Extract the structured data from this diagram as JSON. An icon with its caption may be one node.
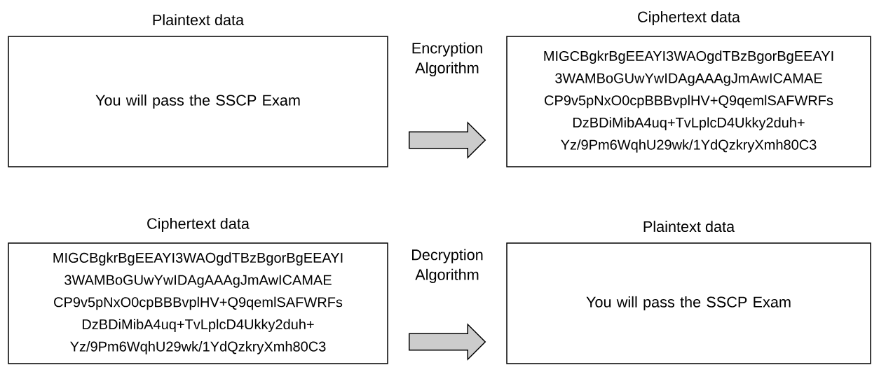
{
  "diagram": {
    "nodes": [
      {
        "text": [
          "Plaintext data",
          "You will pass the SSCP Exam"
        ]
      },
      {
        "text": [
          "Ciphertext data",
          "MIGCBgkrBgEEAYI3WAOgdTBzBgorBgEEAYI 3WAMBoGUwYwIDAgAAAgJmAwICAMAE CP9v5pNxO0cpBBBvplHV+Q9qemlSAFWRFs DzBDiMibA4uq+TvLplcD4Ukky2duh+ Yz/9Pm6WqhU29wk/1YdQzkryXmh80C3"
        ]
      },
      {
        "text": [
          "Ciphertext data",
          "MIGCBgkrBgEEAYI3WAOgdTBzBgorBgEEAYI 3WAMBoGUwYwIDAgAAAgJmAwICAMAE CP9v5pNxO0cpBBBvplHV+Q9qemlSAFWRFs DzBDiMibA4uq+TvLplcD4Ukky2duh+ Yz/9Pm6WqhU29wk/1YdQzkryXmh80C3"
        ]
      },
      {
        "text": [
          "Plaintext data",
          "You will pass the SSCP Exam"
        ]
      }
    ],
    "edges": [
      {
        "from": 0,
        "to": 1,
        "arrow": "to",
        "label": "Encryption Algorithm"
      },
      {
        "from": 2,
        "to": 3,
        "arrow": "to",
        "label": "Decryption Algorithm"
      }
    ]
  }
}
